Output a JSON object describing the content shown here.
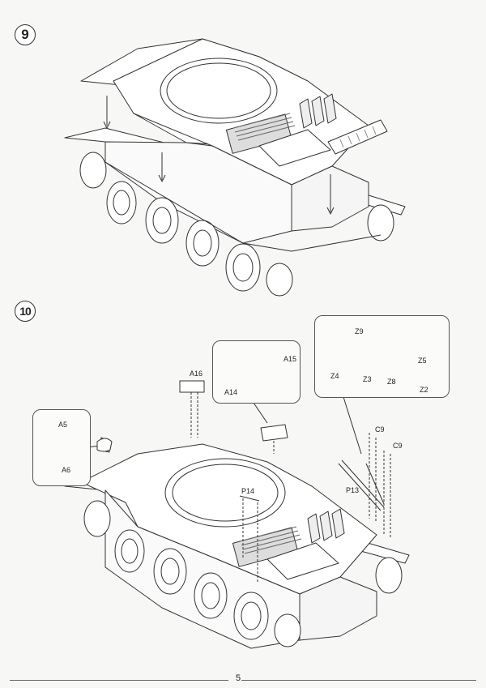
{
  "steps": [
    {
      "number": "9"
    },
    {
      "number": "10"
    }
  ],
  "labels": {
    "a16": "A16",
    "a15": "A15",
    "a14": "A14",
    "a5": "A5",
    "a6": "A6",
    "z9": "Z9",
    "z5": "Z5",
    "z4": "Z4",
    "z3": "Z3",
    "z8": "Z8",
    "z2": "Z2",
    "c9a": "C9",
    "c9b": "C9",
    "p13": "P13",
    "p14": "P14"
  },
  "footer": {
    "page_number": "5"
  }
}
